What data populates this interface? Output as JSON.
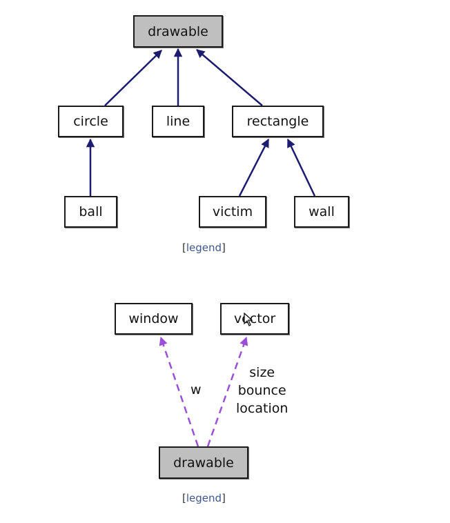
{
  "inheritance_diagram": {
    "root": "drawable",
    "level1": [
      "circle",
      "line",
      "rectangle"
    ],
    "level2": {
      "ball": "ball",
      "victim": "victim",
      "wall": "wall"
    },
    "legend": {
      "open": "[",
      "link": "legend",
      "close": "]"
    },
    "edge_color": "#1b1b70"
  },
  "collaboration_diagram": {
    "nodes": {
      "window": "window",
      "vector": "vector",
      "drawable": "drawable"
    },
    "edge_labels": {
      "w": "w",
      "vector_members": [
        "size",
        "bounce",
        "location"
      ]
    },
    "legend": {
      "open": "[",
      "link": "legend",
      "close": "]"
    },
    "edge_color": "#9a4fd6"
  }
}
